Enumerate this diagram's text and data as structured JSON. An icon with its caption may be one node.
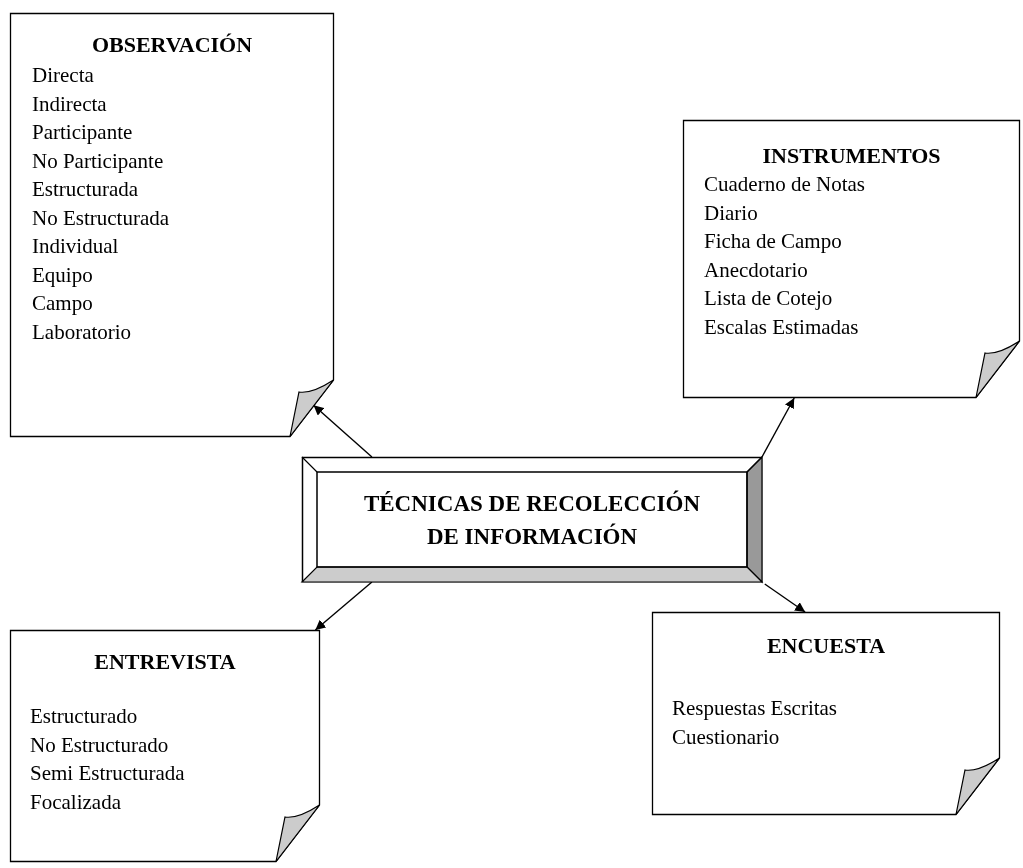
{
  "diagram": {
    "nodes": [
      {
        "text": [
          "TÉCNICAS DE RECOLECCIÓN DE INFORMACIÓN"
        ]
      },
      {
        "text": [
          "OBSERVACIÓN",
          "Directa",
          "Indirecta",
          "Participante",
          "No Participante",
          "Estructurada",
          "No Estructurada",
          "Individual",
          "Equipo",
          "Campo",
          "Laboratorio"
        ]
      },
      {
        "text": [
          "INSTRUMENTOS",
          "Cuaderno de Notas",
          "Diario",
          "Ficha de Campo",
          "Anecdotario",
          "Lista de Cotejo",
          "Escalas Estimadas"
        ]
      },
      {
        "text": [
          "ENTREVISTA",
          "Estructurado",
          "No Estructurado",
          "Semi Estructurada",
          "Focalizada"
        ]
      },
      {
        "text": [
          "ENCUESTA",
          "Respuestas Escritas",
          "Cuestionario"
        ]
      }
    ],
    "edges": [
      {
        "from": 0,
        "to": 1,
        "arrow": "to"
      },
      {
        "from": 0,
        "to": 2,
        "arrow": "to"
      },
      {
        "from": 0,
        "to": 3,
        "arrow": "to"
      },
      {
        "from": 0,
        "to": 4,
        "arrow": "to"
      }
    ]
  }
}
